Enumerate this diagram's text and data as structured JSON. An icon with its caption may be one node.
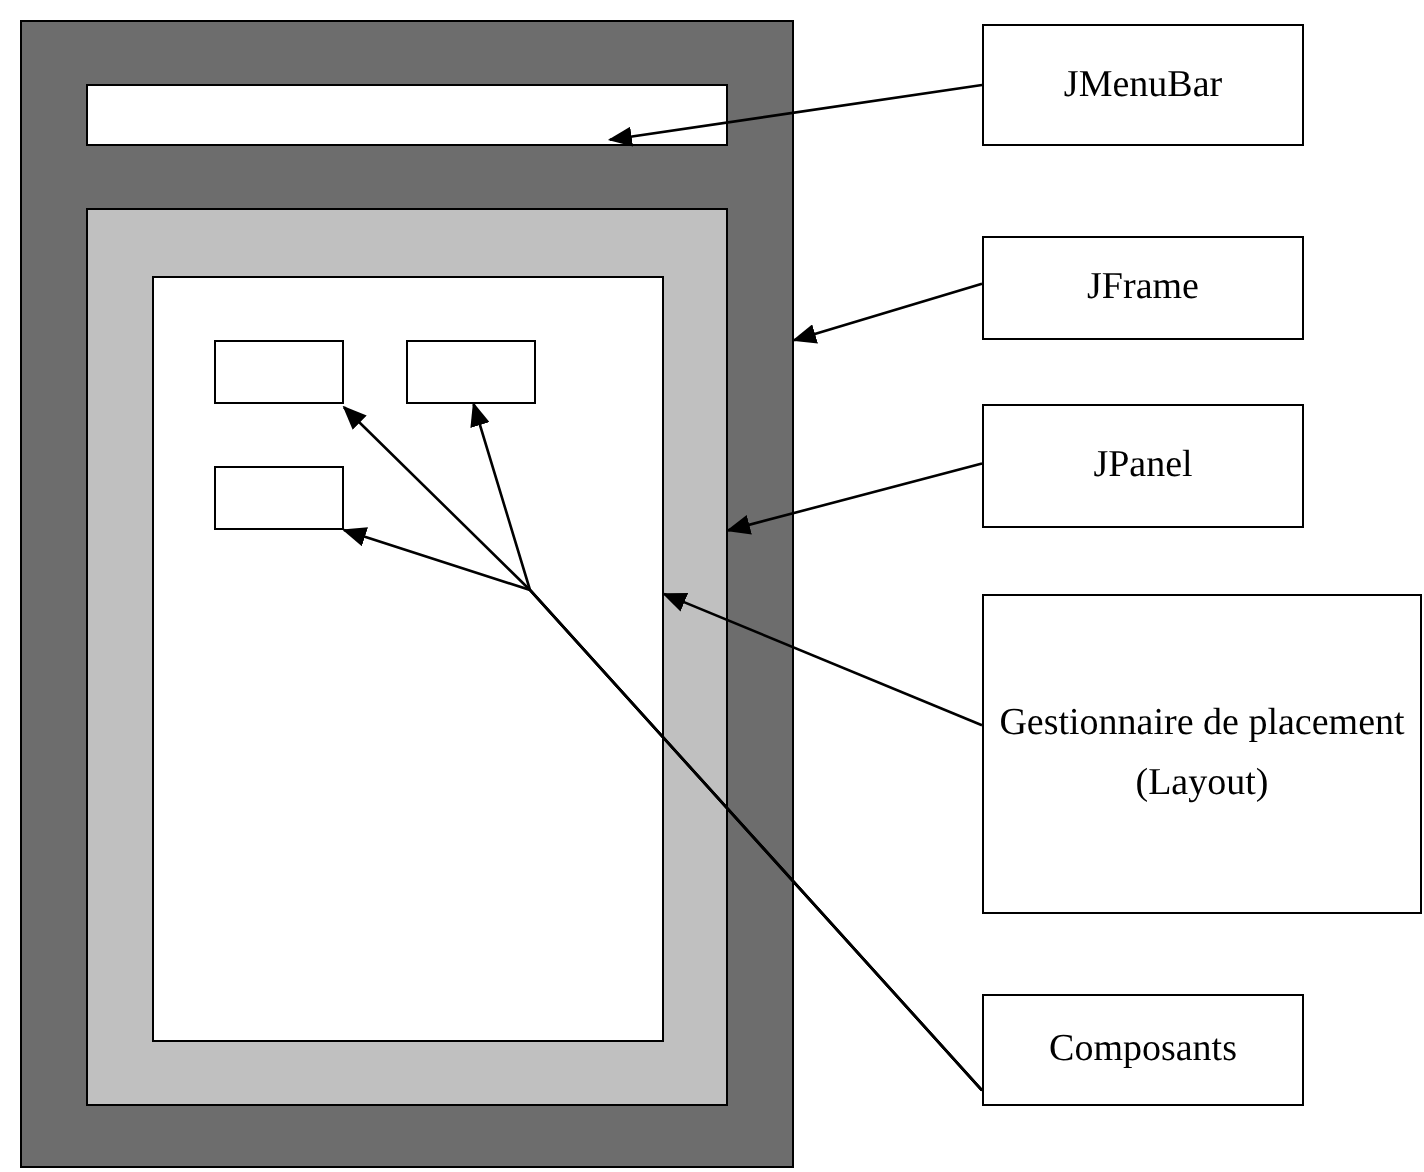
{
  "diagram": {
    "nodes": [
      {
        "text": [],
        "shape": "box"
      },
      {
        "text": [],
        "shape": "box",
        "in": 0
      },
      {
        "text": [],
        "shape": "box",
        "in": 0
      },
      {
        "text": [],
        "shape": "box",
        "in": 2
      },
      {
        "text": [],
        "shape": "box",
        "in": 3
      },
      {
        "text": [],
        "shape": "box",
        "in": 3
      },
      {
        "text": [],
        "shape": "box",
        "in": 3
      },
      {
        "text": [
          "JMenuBar"
        ]
      },
      {
        "text": [
          "JFrame"
        ]
      },
      {
        "text": [
          "JPanel"
        ]
      },
      {
        "text": [
          "Gestionnaire de placement (Layout)"
        ]
      },
      {
        "text": [
          "Composants"
        ]
      }
    ],
    "edges": [
      {
        "from": 7,
        "to": 1,
        "arrow": "to"
      },
      {
        "from": 8,
        "to": 0,
        "arrow": "to"
      },
      {
        "from": 9,
        "to": 2,
        "arrow": "to"
      },
      {
        "from": 10,
        "to": 3,
        "arrow": "to"
      },
      {
        "from": 11,
        "to": 4,
        "arrow": "to"
      },
      {
        "from": 11,
        "to": 5,
        "arrow": "to"
      },
      {
        "from": 11,
        "to": 6,
        "arrow": "to"
      }
    ]
  }
}
